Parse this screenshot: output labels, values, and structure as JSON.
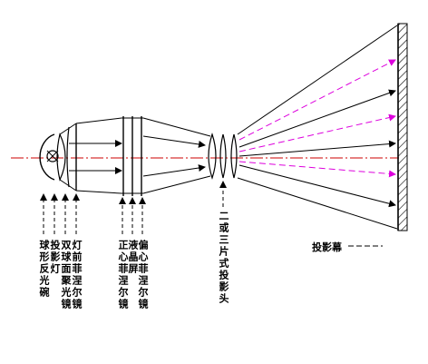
{
  "labels": {
    "reflector": "球形反光碗",
    "lamp": "投影灯",
    "condenser": "双球面聚光镜",
    "front_fresnel": "灯前菲涅尔镜",
    "positive_fresnel": "正心菲涅尔镜",
    "lcd": "液晶屏",
    "offset_fresnel": "偏心菲涅尔镜",
    "lens": "二或三片式投影头",
    "screen": "投影幕"
  },
  "colors": {
    "line": "#000000",
    "axis": "#cc0000",
    "rays": "#dd00dd"
  }
}
